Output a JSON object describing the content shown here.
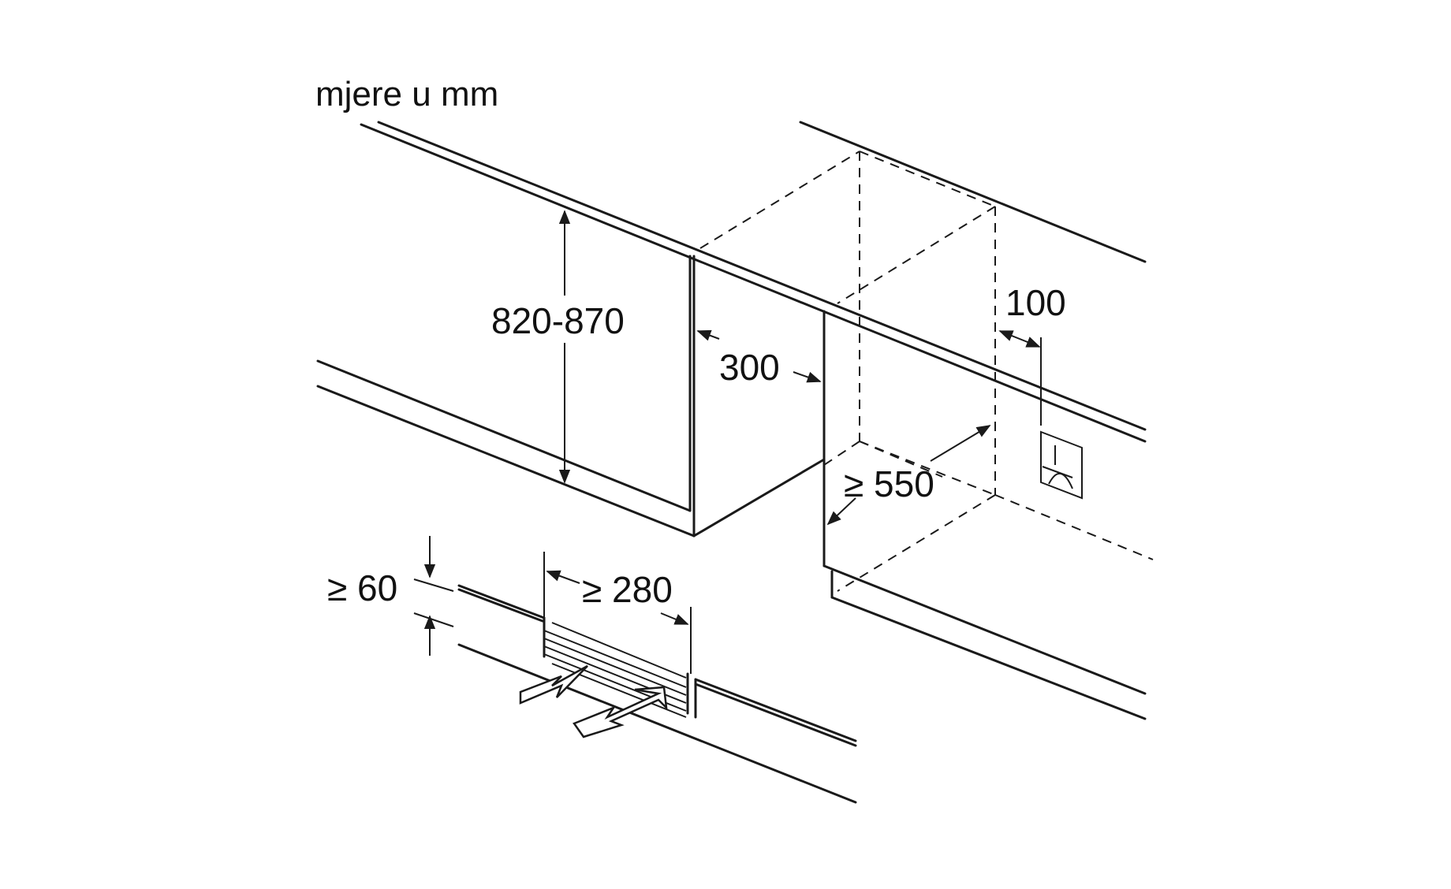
{
  "title": "mjere u mm",
  "dimensions": {
    "height": "820-870",
    "side_gap": "300",
    "rear_offset": "100",
    "depth": "≥ 550",
    "plinth_height": "≥ 60",
    "vent_width": "≥ 280"
  },
  "icons": {
    "socket": "power-socket-icon",
    "airflow_out": "airflow-out-arrow",
    "airflow_in": "airflow-in-arrow"
  },
  "colors": {
    "line": "#1a1a1a",
    "background": "#ffffff"
  }
}
